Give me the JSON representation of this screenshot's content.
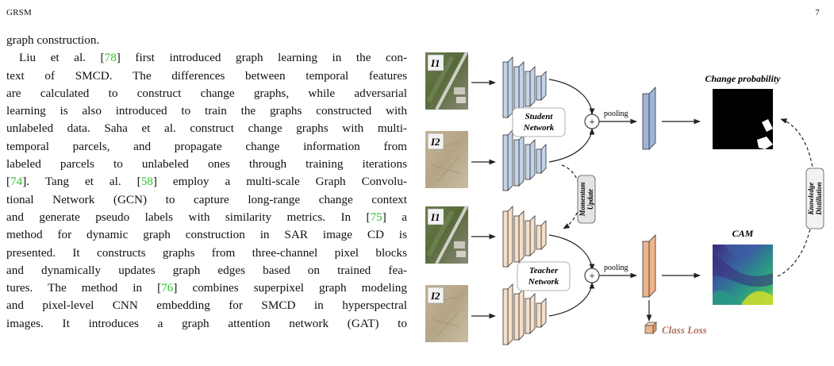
{
  "header": {
    "journal": "GRSM",
    "page_number": "7"
  },
  "text": {
    "line1": "graph construction.",
    "l2a": "Liu et al. [",
    "c78": "78",
    "l2b": "] first introduced graph learning in the con-",
    "line3": "text of SMCD. The differences between temporal features",
    "line4": "are calculated to construct change graphs, while adversarial",
    "line5": "learning is also introduced to train the graphs constructed with",
    "line6": "unlabeled data. Saha et al. construct change graphs with multi-",
    "line7": "temporal parcels, and propagate change information from",
    "line8": "labeled parcels to unlabeled ones through training iterations",
    "l9a": "[",
    "c74": "74",
    "l9b": "]. Tang et al. [",
    "c58": "58",
    "l9c": "] employ a multi-scale Graph Convolu-",
    "line10": "tional Network (GCN) to capture long-range change context",
    "l11a": "and generate pseudo labels with similarity metrics. In [",
    "c75": "75",
    "l11b": "] a",
    "line12": "method for dynamic graph construction in SAR image CD is",
    "line13": "presented. It constructs graphs from three-channel pixel blocks",
    "line14": "and dynamically updates graph edges based on trained fea-",
    "l15a": "tures. The method in [",
    "c76": "76",
    "l15b": "] combines superpixel graph modeling",
    "line16": "and pixel-level CNN embedding for SMCD in hyperspectral",
    "line17": "images. It introduces a graph attention network (GAT) to"
  },
  "figure": {
    "image_labels": [
      "I1",
      "I2",
      "I1",
      "I2"
    ],
    "student_network_label": [
      "Student",
      "Network"
    ],
    "teacher_network_label": [
      "Teacher",
      "Network"
    ],
    "pooling_label": "pooling",
    "plus_symbol": "+",
    "momentum_update_label": [
      "Momentum",
      "Update"
    ],
    "knowledge_distillation_label": [
      "Knowledge",
      "Distillation"
    ],
    "change_probability_title": "Change probability",
    "cam_title": "CAM",
    "class_loss_label": "Class Loss",
    "colors": {
      "student_feature": "#c3d3e8",
      "student_pooled": "#9db4d6",
      "teacher_feature": "#f5dfc9",
      "teacher_pooled": "#eeb48c",
      "class_loss_text": "#b07060",
      "satellite_green": "#5b6e3c",
      "satellite_soil": "#b8a98c"
    }
  }
}
